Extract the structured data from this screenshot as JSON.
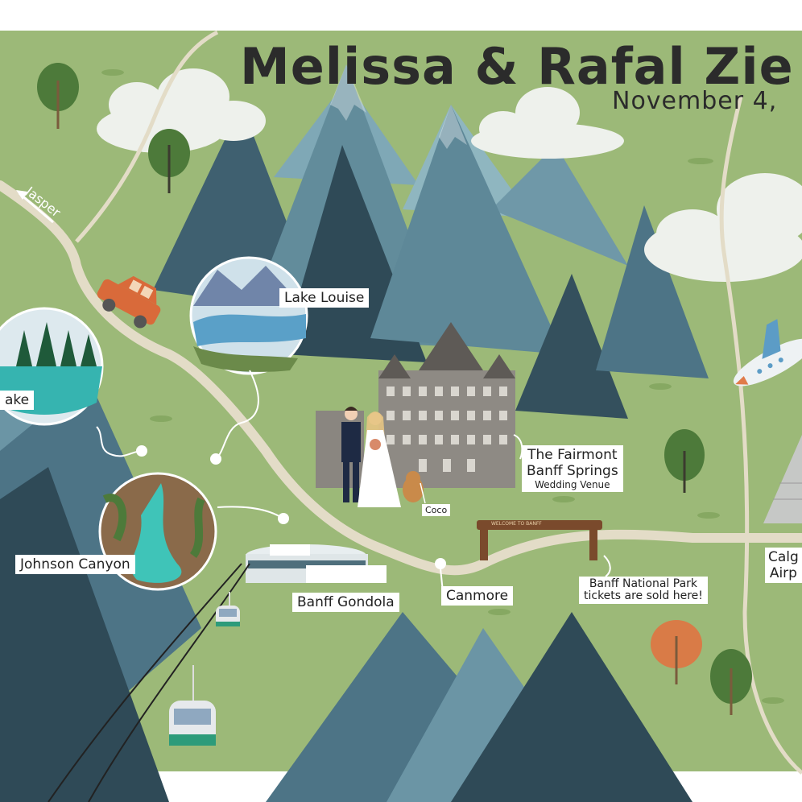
{
  "title": "Melissa & Rafal Zie",
  "date": "November  4,",
  "labels": {
    "lake_louise": "Lake Louise",
    "lake": "ake",
    "johnson_canyon": "Johnson Canyon",
    "banff_gondola": "Banff Gondola",
    "canmore": "Canmore",
    "fairmont_line1": "The Fairmont",
    "fairmont_line2": "Banff Springs",
    "fairmont_sub": "Wedding Venue",
    "coco": "Coco",
    "park_line1": "Banff National Park",
    "park_line2": "tickets are sold here!",
    "calgary_line1": "Calg",
    "calgary_line2": "Airp",
    "jasper": "Jasper",
    "arch_sign": "WELCOME TO BANFF"
  },
  "colors": {
    "grass": "#9cb978",
    "road": "#e3dcc7",
    "mountain_dark": "#2f4a57",
    "mountain_mid": "#4d7486",
    "mountain_light": "#8fb6c0",
    "title": "#2b2b2b",
    "car": "#d96a3a"
  }
}
